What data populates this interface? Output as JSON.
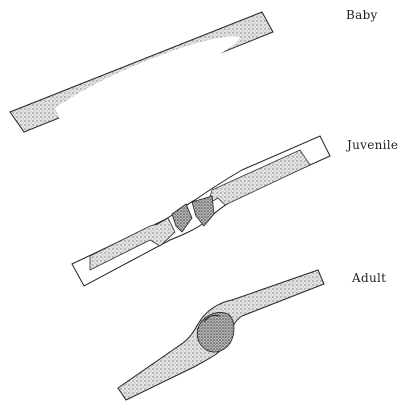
{
  "labels": {
    "baby": "Baby",
    "juvenile": "Juvenile",
    "adult": "Adult"
  },
  "colors": {
    "ink": "#222222",
    "bone_fill": "#d9d9d9",
    "cartilage": "#ffffff",
    "background": "#ffffff"
  }
}
